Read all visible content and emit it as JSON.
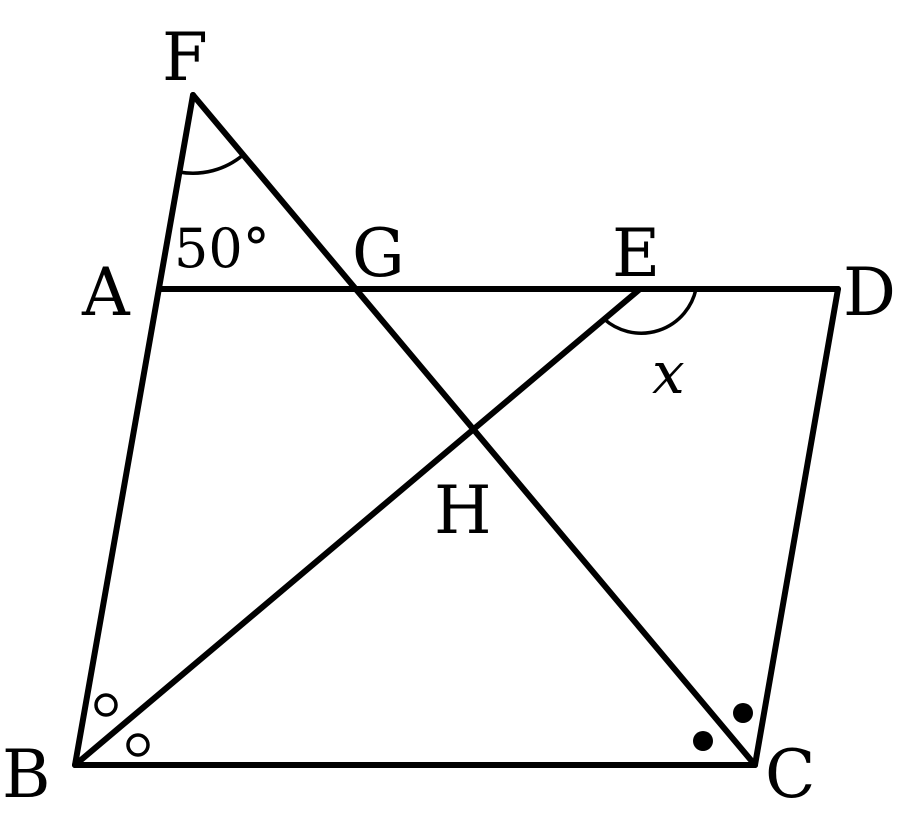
{
  "points": {
    "A": "A",
    "B": "B",
    "C": "C",
    "D": "D",
    "E": "E",
    "F": "F",
    "G": "G",
    "H": "H"
  },
  "angle_F": "50°",
  "angle_x": "x",
  "marks": {
    "angle_B": "equal angles, open circles",
    "angle_C": "equal angles, filled dots"
  }
}
